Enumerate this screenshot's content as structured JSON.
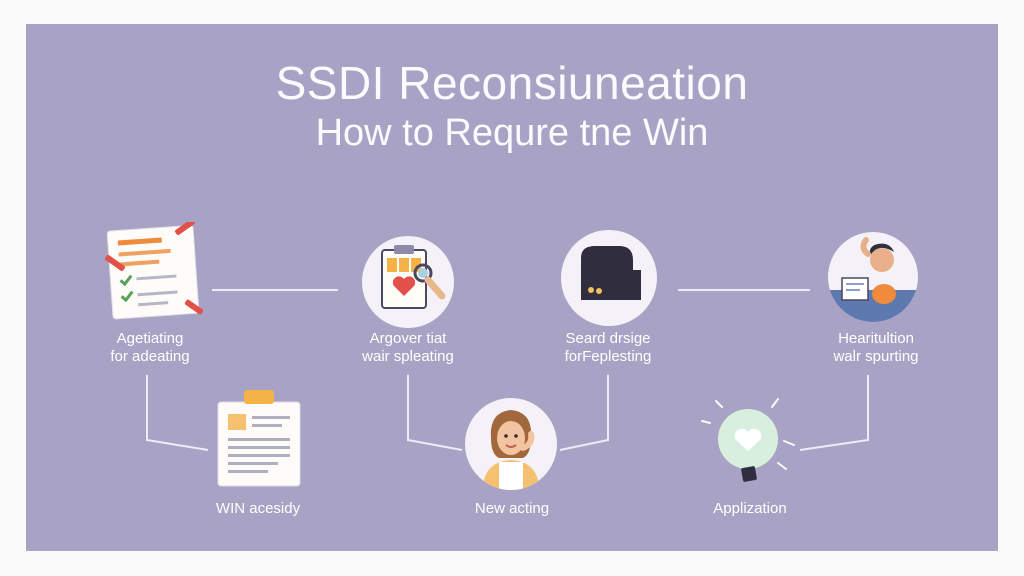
{
  "title": "SSDI Reconsiuneation",
  "subtitle": "How to Requre tne Win",
  "steps": [
    {
      "line1": "Agetiating",
      "line2": "for adeating"
    },
    {
      "line1": "Argover tiat",
      "line2": "wair spleating"
    },
    {
      "line1": "Seard drsige",
      "line2": "forFeplesting"
    },
    {
      "line1": "Hearitultion",
      "line2": "walr spurting"
    }
  ],
  "bottom": [
    {
      "label": "WIN acesidy"
    },
    {
      "label": "New acting"
    },
    {
      "label": "Applization"
    }
  ],
  "colors": {
    "panel": "#a8a2c5",
    "accent_orange": "#f08a3c",
    "accent_red": "#e2504a",
    "check_green": "#5aa05a",
    "dark": "#2f2d3e"
  },
  "icons": [
    "checklist-icon",
    "clipboard-heart-icon",
    "dark-block-icon",
    "person-form-icon",
    "document-icon",
    "woman-avatar-icon",
    "heart-bulb-icon"
  ]
}
